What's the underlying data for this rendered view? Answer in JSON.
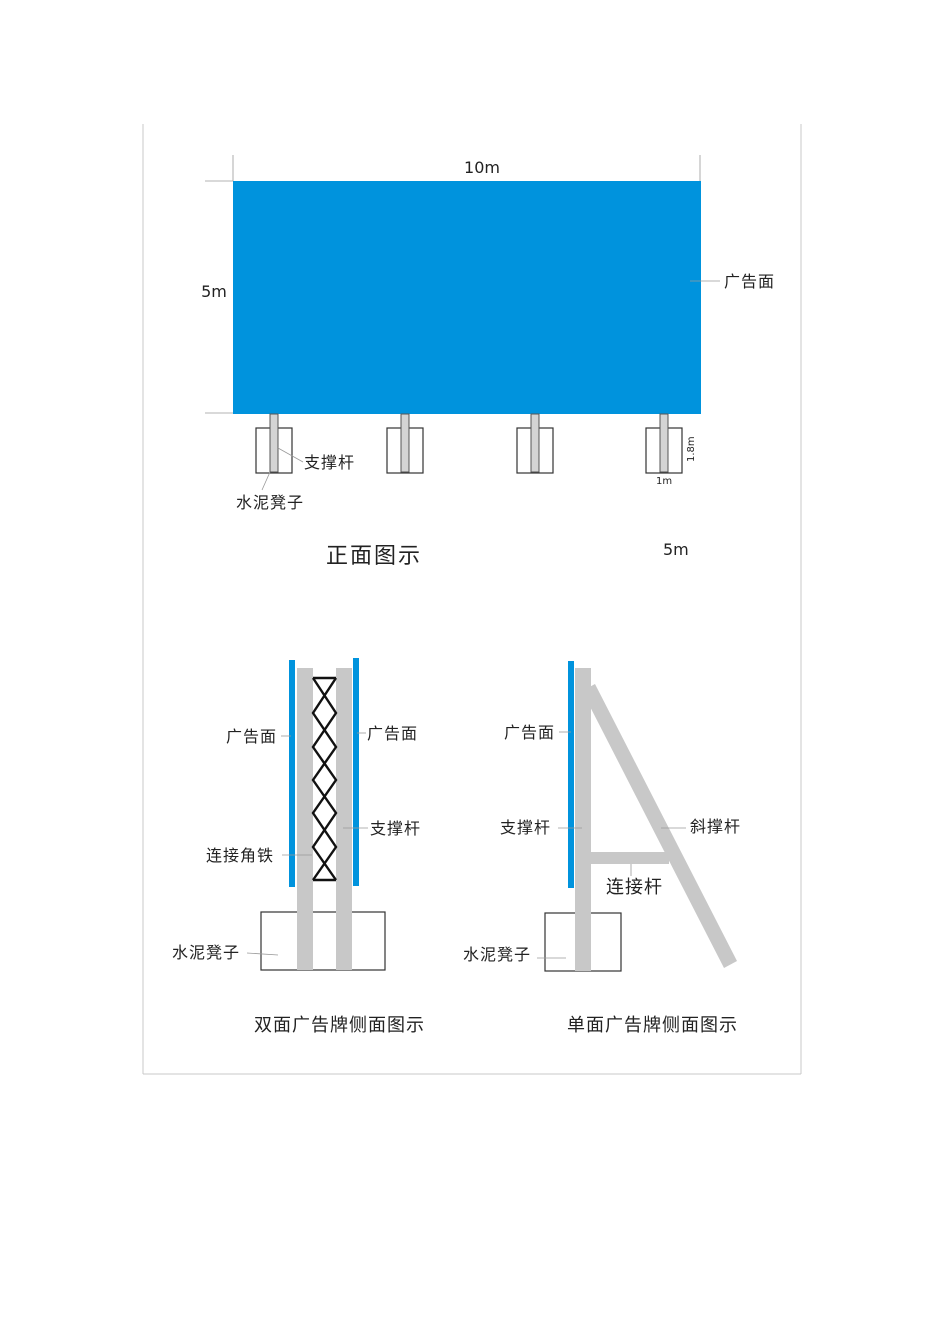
{
  "colors": {
    "panel": "#0093DD",
    "pole": "#C8C8C8",
    "truss": "#111111"
  },
  "front_view": {
    "title": "正面图示",
    "width_label": "10m",
    "height_label": "5m",
    "panel_label": "广告面",
    "pole_label": "支撑杆",
    "base_label": "水泥凳子",
    "base_height_label": "1.8m",
    "base_width_label": "1m",
    "extra_dim_label": "5m"
  },
  "double_side_view": {
    "caption": "双面广告牌侧面图示",
    "panel_left_label": "广告面",
    "panel_right_label": "广告面",
    "pole_label": "支撑杆",
    "truss_label": "连接角铁",
    "base_label": "水泥凳子"
  },
  "single_side_view": {
    "caption": "单面广告牌侧面图示",
    "panel_label": "广告面",
    "pole_label": "支撑杆",
    "brace_label": "斜撑杆",
    "connector_label": "连接杆",
    "base_label": "水泥凳子"
  }
}
